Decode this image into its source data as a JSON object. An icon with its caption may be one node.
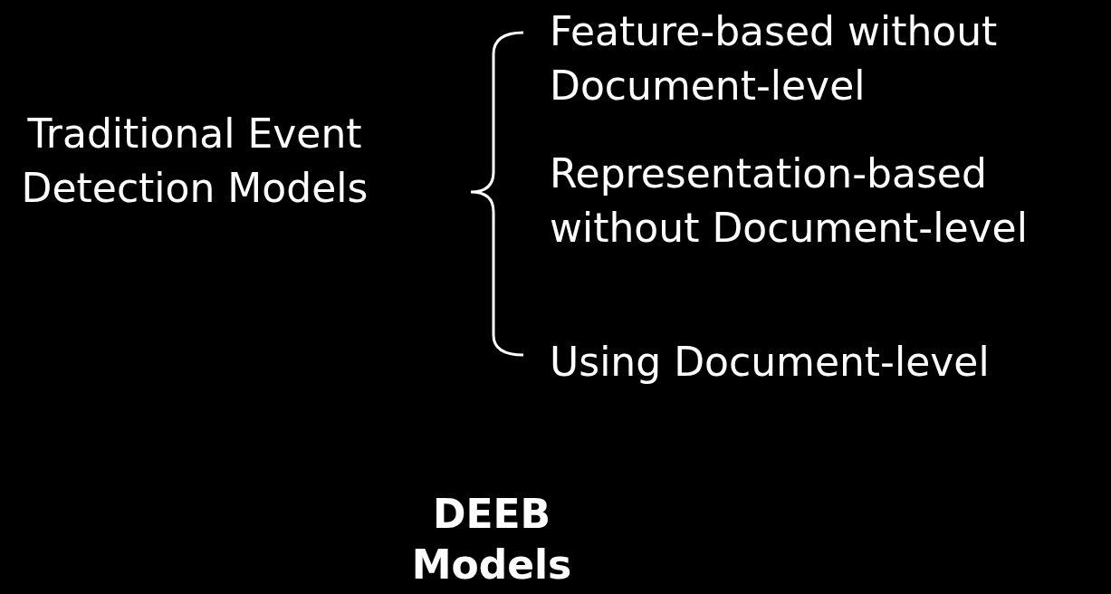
{
  "diagram": {
    "labels": [
      "Traditional Event Detection Models",
      "Feature-based without Document-level",
      "Representation-based without Document-level",
      "Using Document-level",
      "DEEB Models"
    ]
  }
}
